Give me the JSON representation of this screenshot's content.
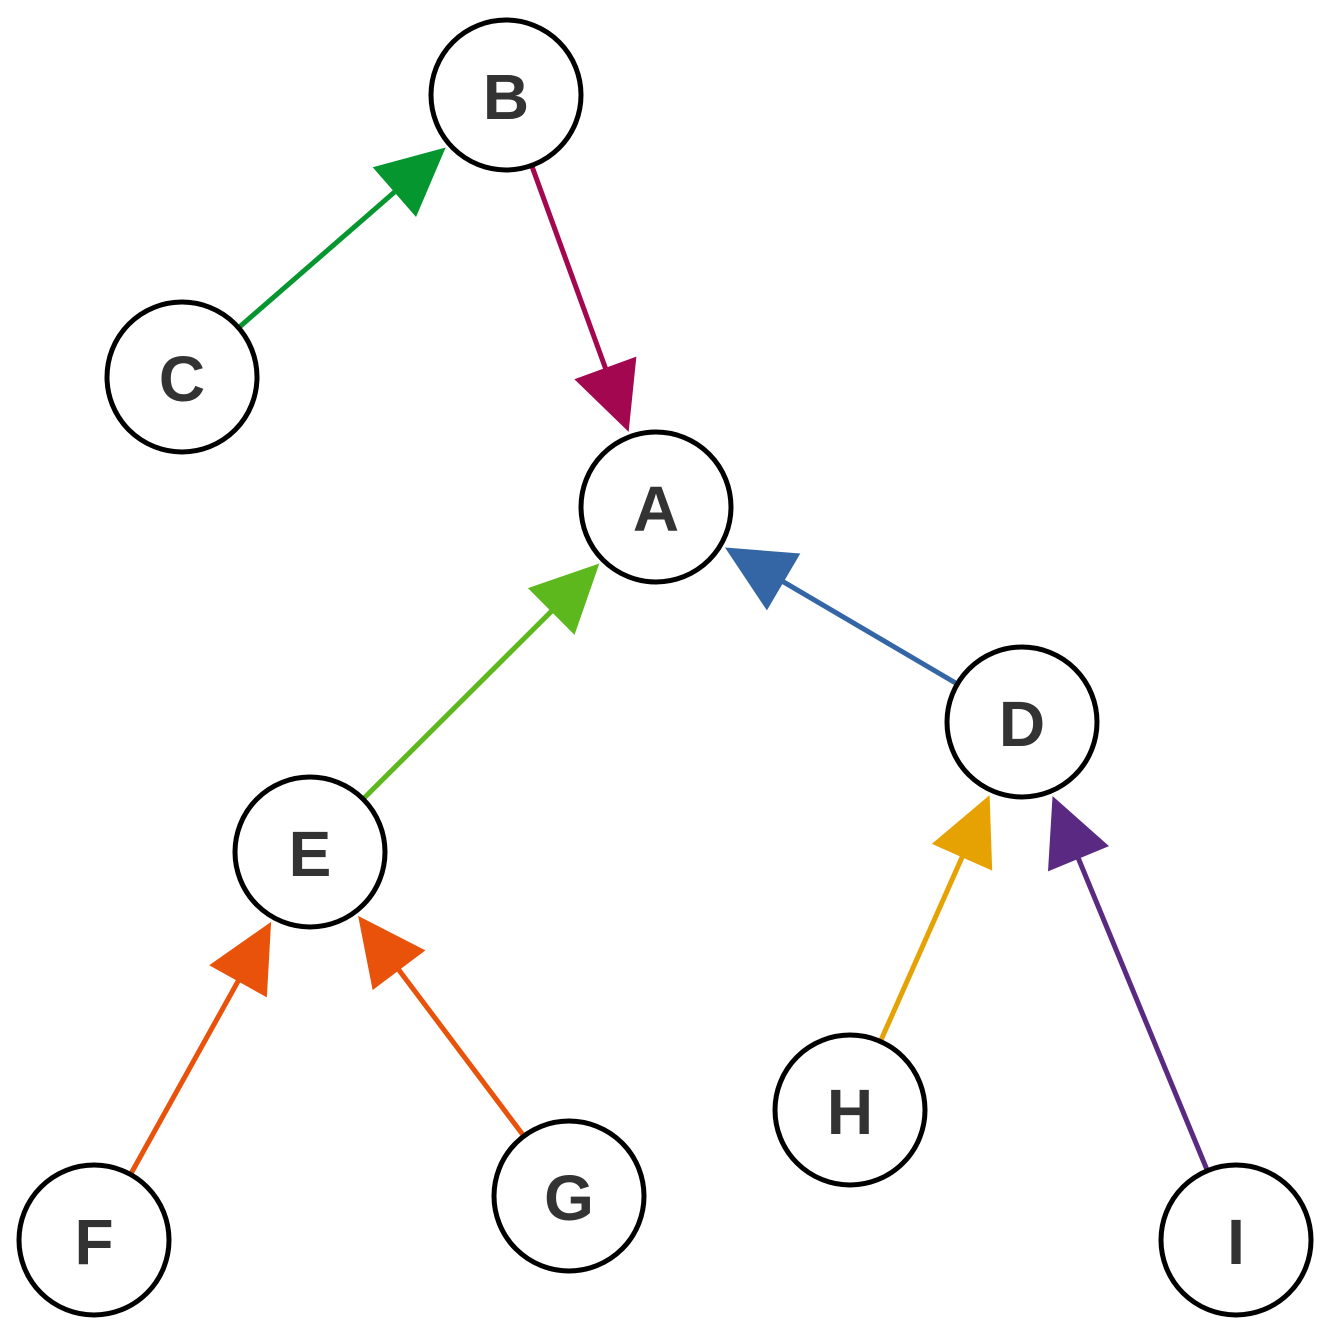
{
  "nodes": [
    {
      "id": "A",
      "label": "A"
    },
    {
      "id": "B",
      "label": "B"
    },
    {
      "id": "C",
      "label": "C"
    },
    {
      "id": "D",
      "label": "D"
    },
    {
      "id": "E",
      "label": "E"
    },
    {
      "id": "F",
      "label": "F"
    },
    {
      "id": "G",
      "label": "G"
    },
    {
      "id": "H",
      "label": "H"
    },
    {
      "id": "I",
      "label": "I"
    }
  ],
  "edges": [
    {
      "from": "C",
      "to": "B",
      "color": "#05962f"
    },
    {
      "from": "B",
      "to": "A",
      "color": "#a3074f"
    },
    {
      "from": "E",
      "to": "A",
      "color": "#5cb81c"
    },
    {
      "from": "D",
      "to": "A",
      "color": "#3465a4"
    },
    {
      "from": "F",
      "to": "E",
      "color": "#e8520a"
    },
    {
      "from": "G",
      "to": "E",
      "color": "#e8520a"
    },
    {
      "from": "H",
      "to": "D",
      "color": "#e6a202"
    },
    {
      "from": "I",
      "to": "D",
      "color": "#5a2a82"
    }
  ]
}
